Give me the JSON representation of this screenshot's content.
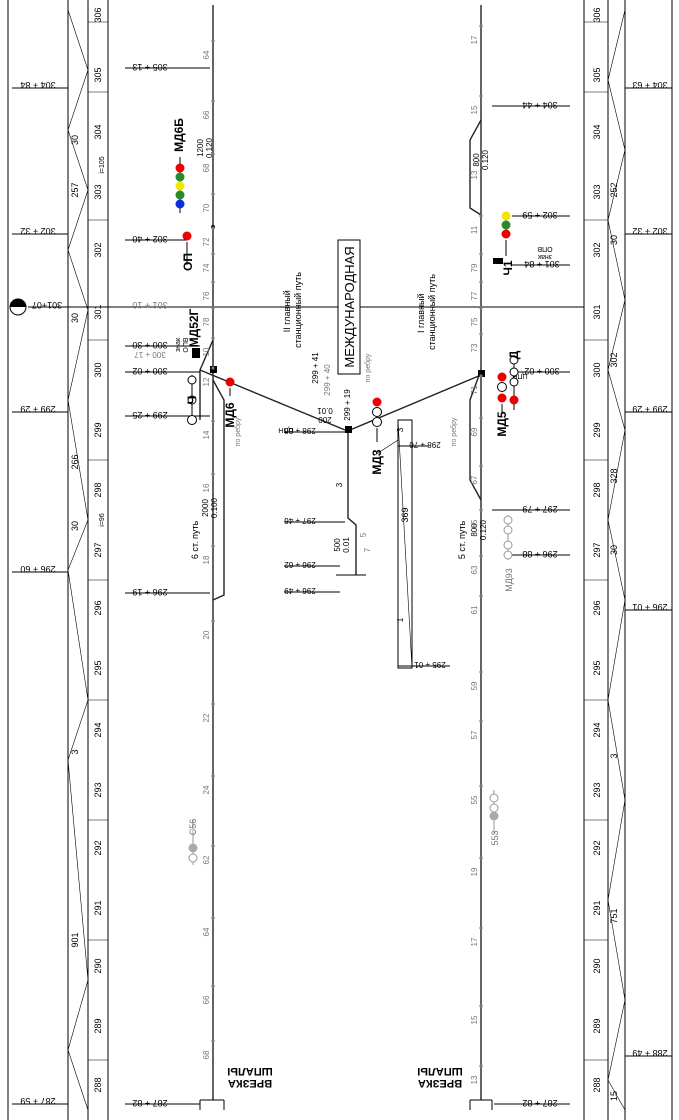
{
  "station": {
    "name": "МЕЖДУНАРОДНАЯ",
    "track_1": "I главный\nстанционный путь",
    "track_2": "II главный\nстанционный путь",
    "track_5": "5 ст. путь",
    "track_6": "6 ст. путь",
    "insertion_label": "ВРЕЗКА\nШПАЛЫ"
  },
  "km_scale": [
    "306",
    "305",
    "304",
    "303",
    "302",
    "301",
    "300",
    "299",
    "298",
    "297",
    "296",
    "295",
    "294",
    "293",
    "292",
    "291",
    "290",
    "289",
    "288"
  ],
  "left_profile": {
    "slopes": [
      "30",
      "257",
      "30",
      "266",
      "30",
      "3",
      "901"
    ],
    "i_marks": [
      "i=105",
      "i=96"
    ],
    "pickets": [
      "304 + 84",
      "302 + 32",
      "299 + 29",
      "296 + 60",
      "287 + 59"
    ]
  },
  "right_profile": {
    "slopes": [
      "252",
      "30",
      "302",
      "328",
      "30",
      "3",
      "751",
      "15"
    ],
    "pickets": [
      "304 + 63",
      "302 + 32",
      "299 + 29",
      "296 + 01",
      "288 + 49"
    ]
  },
  "km_marker": "301+07",
  "track2_left_pickets": [
    "305 + 13",
    "302 + 40",
    "301 + 10",
    "300 + 30",
    "300 + 17",
    "300 + 02",
    "299 + 25",
    "296 + 19",
    "287 + 82"
  ],
  "track1_right_pickets": [
    "304 + 44",
    "302 + 59",
    "301 + 84",
    "300 + 02",
    "297 + 79",
    "296 + 88",
    "287 + 82"
  ],
  "center_pickets": [
    "299 + 41",
    "299 + 40",
    "299 + 19",
    "298 + 66",
    "298 + 70",
    "297 + 46",
    "296 + 62",
    "296 + 49",
    "295 + 01"
  ],
  "signals": {
    "md6b": "МД6Б",
    "op": "ОП",
    "md52g": "МД52Г",
    "ch": "Ч",
    "md6": "МД6",
    "md3": "МД3",
    "md5": "МД5",
    "d": "Д",
    "ch1": "Ч1",
    "md93": "МД93",
    "s56": "С56",
    "s53": "553"
  },
  "left_track_labels": [
    "64",
    "66",
    "68",
    "70",
    "72",
    "74",
    "76",
    "78",
    "10",
    "12",
    "14",
    "16",
    "18",
    "20",
    "22",
    "24",
    "62",
    "64",
    "66",
    "68"
  ],
  "right_track_labels": [
    "17",
    "15",
    "13",
    "11",
    "79",
    "77",
    "75",
    "73",
    "71",
    "69",
    "67",
    "65",
    "63",
    "61",
    "59",
    "57",
    "55",
    "19",
    "17",
    "15",
    "13"
  ],
  "curves": {
    "left_top": "1200\n0.120",
    "left_mid": "2000\n0.100",
    "right_top": "800\n0.120",
    "right_mid": "800\n0.120",
    "center": "500\n0.01",
    "center2": "200\n0.01"
  },
  "misc": {
    "opv": "знак\nОПВ",
    "po_reb": "по ребру",
    "cpn": "ЦПН",
    "dim_369": "369",
    "num_3": "3",
    "num_5": "5",
    "num_7": "7",
    "num_3a": "3",
    "num_1": "1"
  }
}
